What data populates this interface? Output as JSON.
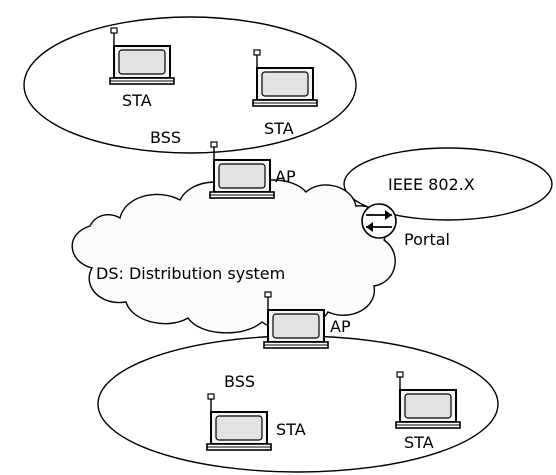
{
  "labels": {
    "bss_top": "BSS",
    "sta_top_1": "STA",
    "sta_top_2": "STA",
    "ap_top": "AP",
    "ieee": "IEEE 802.X",
    "portal": "Portal",
    "ds": "DS: Distribution system",
    "ap_bottom": "AP",
    "bss_bottom": "BSS",
    "sta_bottom_1": "STA",
    "sta_bottom_2": "STA"
  },
  "icons": [
    "laptop-antenna-icon",
    "portal-arrows-icon"
  ]
}
